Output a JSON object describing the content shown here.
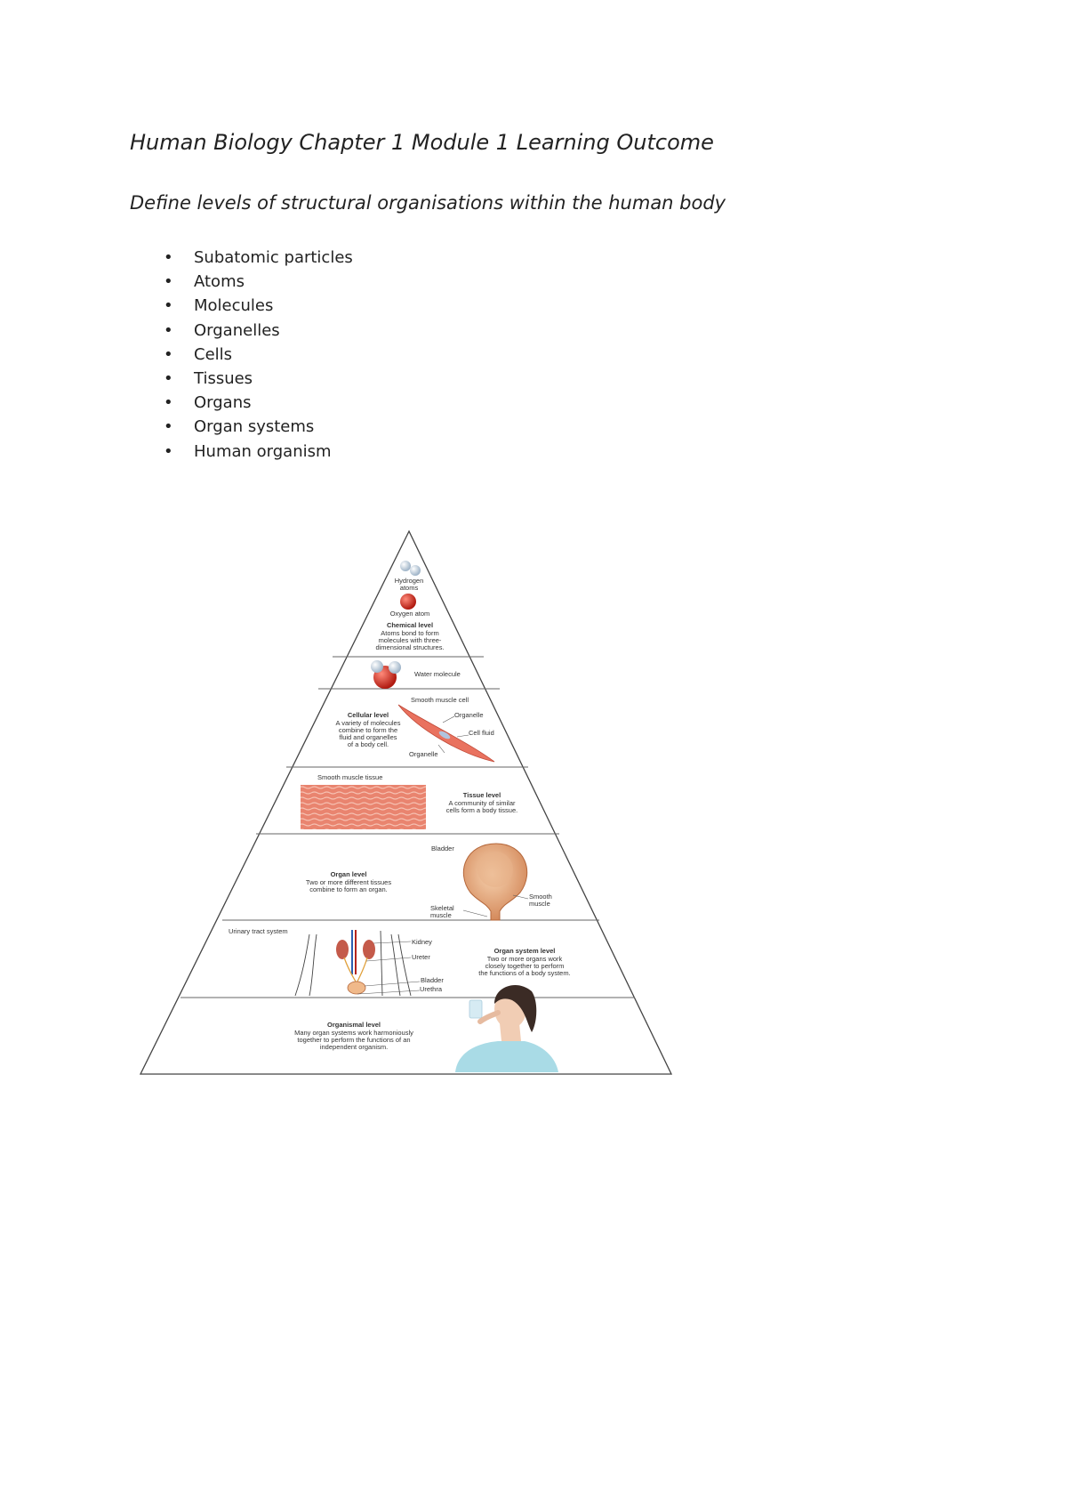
{
  "document": {
    "title": "Human Biology Chapter 1 Module 1 Learning Outcome",
    "subtitle": "Define levels of structural organisations within the human body",
    "levels": [
      "Subatomic particles",
      "Atoms",
      "Molecules",
      "Organelles",
      "Cells",
      "Tissues",
      "Organs",
      "Organ systems",
      "Human organism"
    ]
  },
  "pyramid": {
    "chemical": {
      "hydrogen_1": "Hydrogen",
      "hydrogen_2": "atoms",
      "oxygen": "Oxygen atom",
      "title": "Chemical level",
      "desc_1": "Atoms bond to form",
      "desc_2": "molecules with three-",
      "desc_3": "dimensional structures."
    },
    "molecule": {
      "label": "Water molecule"
    },
    "cellular": {
      "smooth_muscle_cell": "Smooth muscle cell",
      "organelle_top": "Organelle",
      "cell_fluid": "Cell fluid",
      "organelle_bottom": "Organelle",
      "title": "Cellular level",
      "desc_1": "A variety of molecules",
      "desc_2": "combine to form the",
      "desc_3": "fluid and organelles",
      "desc_4": "of a body cell."
    },
    "tissue": {
      "smooth_muscle_tissue": "Smooth muscle tissue",
      "title": "Tissue level",
      "desc_1": "A community of similar",
      "desc_2": "cells form a body tissue."
    },
    "organ": {
      "bladder": "Bladder",
      "title": "Organ level",
      "desc_1": "Two or more different tissues",
      "desc_2": "combine to form an organ.",
      "skeletal_1": "Skeletal",
      "skeletal_2": "muscle",
      "smooth_1": "Smooth",
      "smooth_2": "muscle"
    },
    "organ_system": {
      "urinary": "Urinary tract system",
      "kidney": "Kidney",
      "ureter": "Ureter",
      "bladder": "Bladder",
      "urethra": "Urethra",
      "title": "Organ system level",
      "desc_1": "Two or more organs work",
      "desc_2": "closely together to perform",
      "desc_3": "the functions of a body system."
    },
    "organismal": {
      "title": "Organismal level",
      "desc_1": "Many organ systems work harmoniously",
      "desc_2": "together to perform the functions of an",
      "desc_3": "independent organism."
    }
  }
}
